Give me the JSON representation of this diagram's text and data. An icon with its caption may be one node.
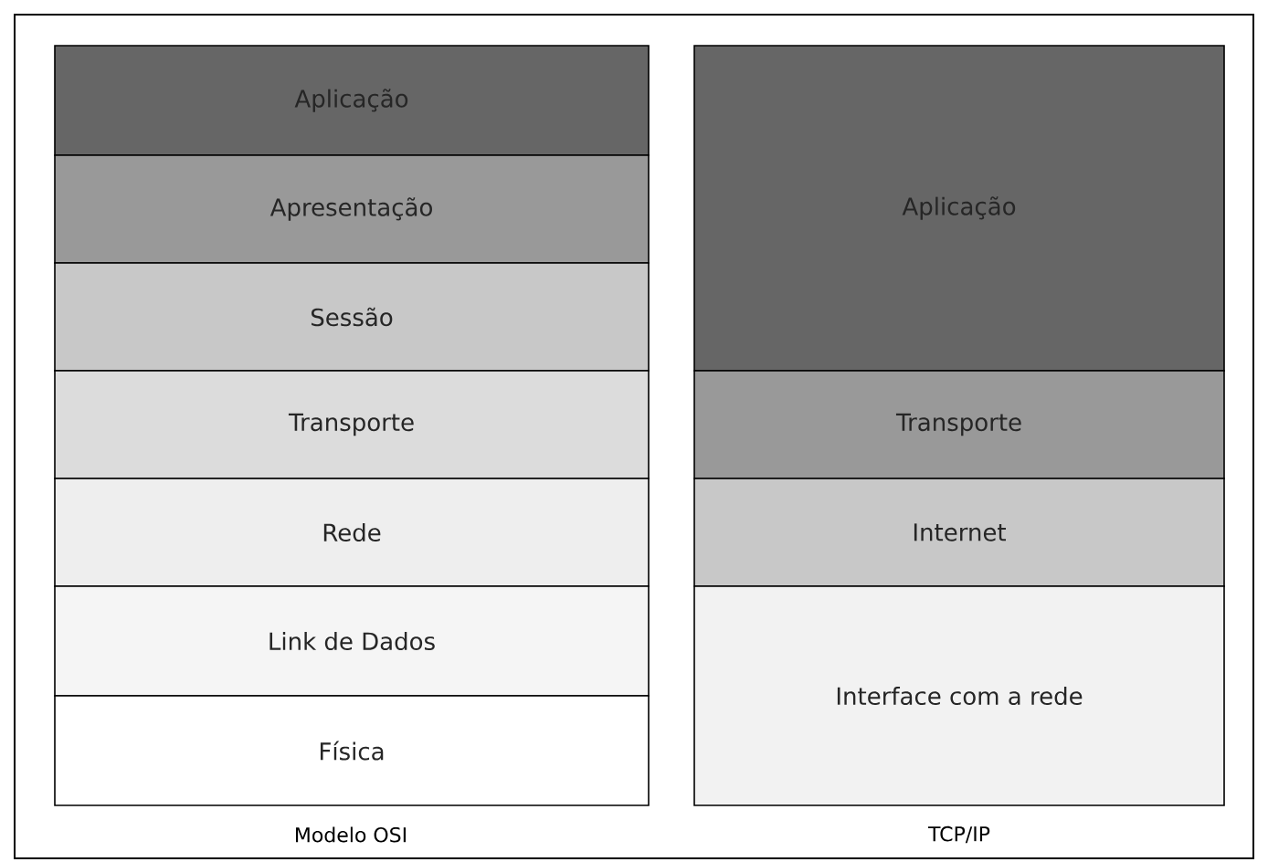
{
  "diagram": {
    "nodes": [
      {
        "text": [
          "Aplicação"
        ]
      },
      {
        "text": [
          "Apresentação"
        ]
      },
      {
        "text": [
          "Sessão"
        ]
      },
      {
        "text": [
          "Transporte"
        ]
      },
      {
        "text": [
          "Rede"
        ]
      },
      {
        "text": [
          "Link de Dados"
        ]
      },
      {
        "text": [
          "Física"
        ]
      },
      {
        "text": [
          "Aplicação"
        ]
      },
      {
        "text": [
          "Transporte"
        ]
      },
      {
        "text": [
          "Internet"
        ]
      },
      {
        "text": [
          "Interface com a rede"
        ]
      }
    ],
    "labels": [
      "Modelo OSI",
      "TCP/IP"
    ]
  }
}
